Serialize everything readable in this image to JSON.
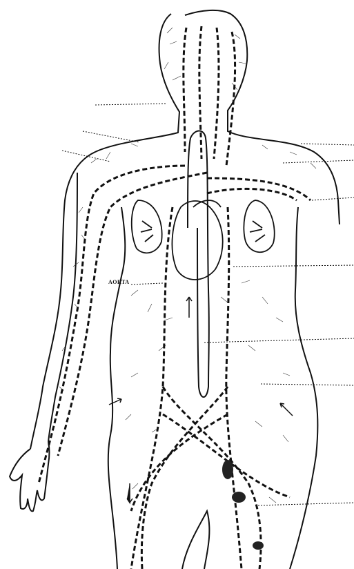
{
  "labels": {
    "aorta": "AORTA"
  },
  "leader_lines": [
    {
      "id": "leader-head"
    },
    {
      "id": "leader-neck-left"
    },
    {
      "id": "leader-shoulder-left"
    },
    {
      "id": "leader-shoulder-right"
    },
    {
      "id": "leader-subclavian-right"
    },
    {
      "id": "leader-arm-right"
    },
    {
      "id": "leader-vena-cava"
    },
    {
      "id": "leader-thoracic-duct"
    },
    {
      "id": "leader-lymph-vessels"
    },
    {
      "id": "leader-inguinal-glands"
    }
  ],
  "colors": {
    "ink": "#111111",
    "paper": "#ffffff"
  }
}
